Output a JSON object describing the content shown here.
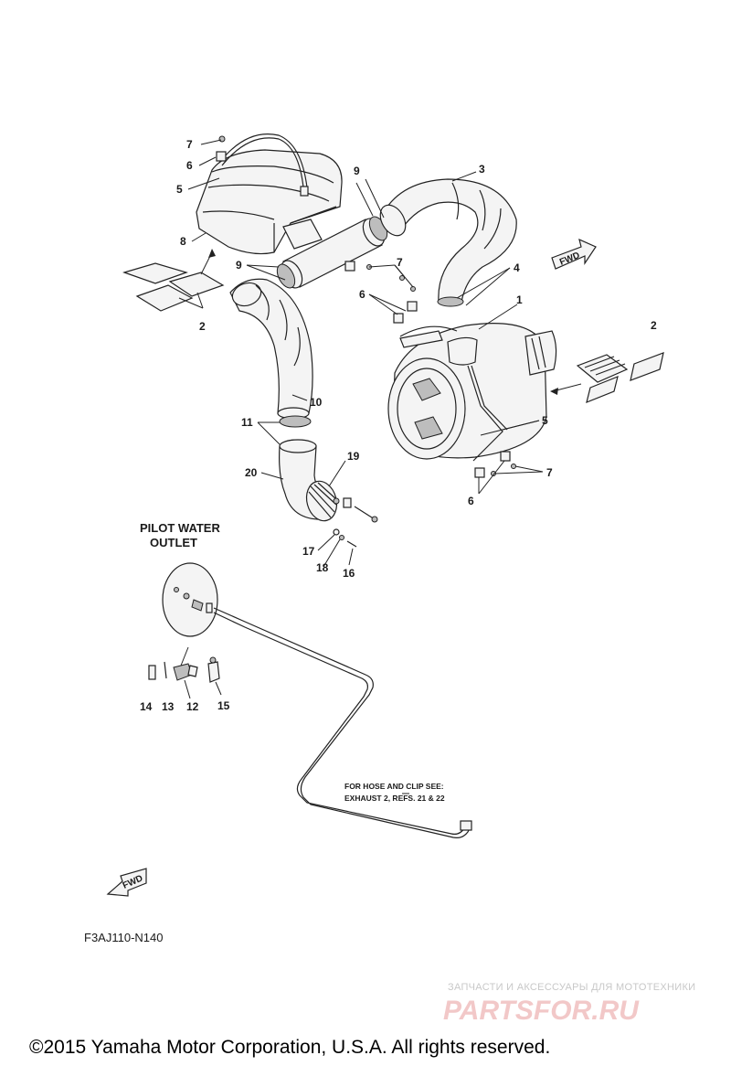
{
  "part_labels": {
    "p1": "1",
    "p2a": "2",
    "p2b": "2",
    "p3": "3",
    "p4": "4",
    "p5a": "5",
    "p5b": "5",
    "p6a": "6",
    "p6b": "6",
    "p6c": "6",
    "p7a": "7",
    "p7b": "7",
    "p7c": "7",
    "p8": "8",
    "p9a": "9",
    "p9b": "9",
    "p10": "10",
    "p11": "11",
    "p12": "12",
    "p13": "13",
    "p14": "14",
    "p15": "15",
    "p16": "16",
    "p17": "17",
    "p18": "18",
    "p19": "19",
    "p20": "20"
  },
  "notes": {
    "pilot_line1": "PILOT WATER",
    "pilot_line2": "OUTLET",
    "hose_line1": "FOR HOSE AND CLIP SEE:",
    "hose_line2": "EXHAUST 2, REFS. 21 & 22"
  },
  "fwd": {
    "upper": "FWD",
    "lower": "FWD"
  },
  "diagram_code": "F3AJ110-N140",
  "watermark": {
    "tagline": "ЗАПЧАСТИ И АКСЕССУАРЫ ДЛЯ МОТОТЕХНИКИ",
    "brand": "PARTSFOR.RU"
  },
  "copyright": "©2015 Yamaha Motor Corporation, U.S.A. All rights reserved.",
  "colors": {
    "line": "#222222",
    "watermark_brand": "#f2c8c8",
    "watermark_tagline": "#c8c8c8"
  }
}
